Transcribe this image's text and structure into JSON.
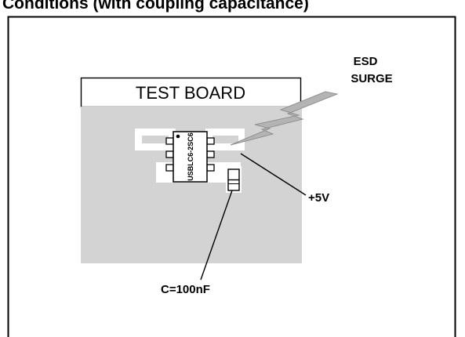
{
  "diagram": {
    "heading": "Conditions (with coupling capacitance)",
    "board_title": "TEST BOARD",
    "esd_label_line1": "ESD",
    "esd_label_line2": "SURGE",
    "ic_marking": "USBLC6-2SC6",
    "supply_label": "+5V",
    "capacitor_label": "C=100nF",
    "colors": {
      "board": "#d3d3d3",
      "outline": "#000000",
      "background": "#ffffff",
      "trace": "#ffffff",
      "surge_bolt": "#b4b4b4"
    }
  }
}
